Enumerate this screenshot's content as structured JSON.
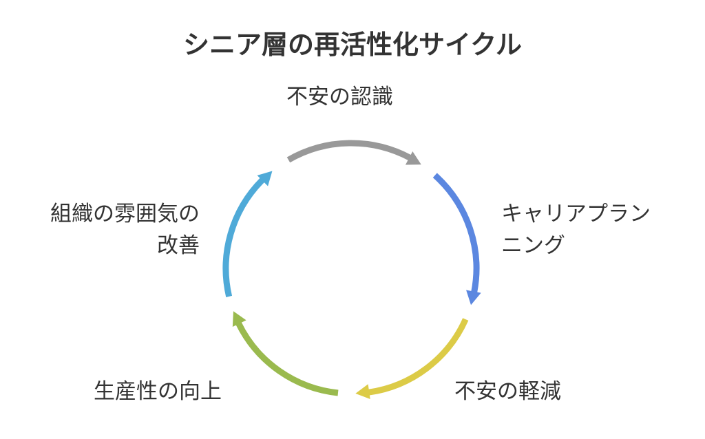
{
  "title": "シニア層の再活性化サイクル",
  "steps": [
    {
      "label": "不安の認識",
      "color": "#999999"
    },
    {
      "label": "キャリアプラン",
      "label2": "ニング",
      "color": "#5b87e0"
    },
    {
      "label": "不安の軽減",
      "color": "#dccb47"
    },
    {
      "label": "生産性の向上",
      "color": "#9aba4e"
    },
    {
      "label": "組織の雰囲気の",
      "label2": "改善",
      "color": "#4faad8"
    }
  ]
}
